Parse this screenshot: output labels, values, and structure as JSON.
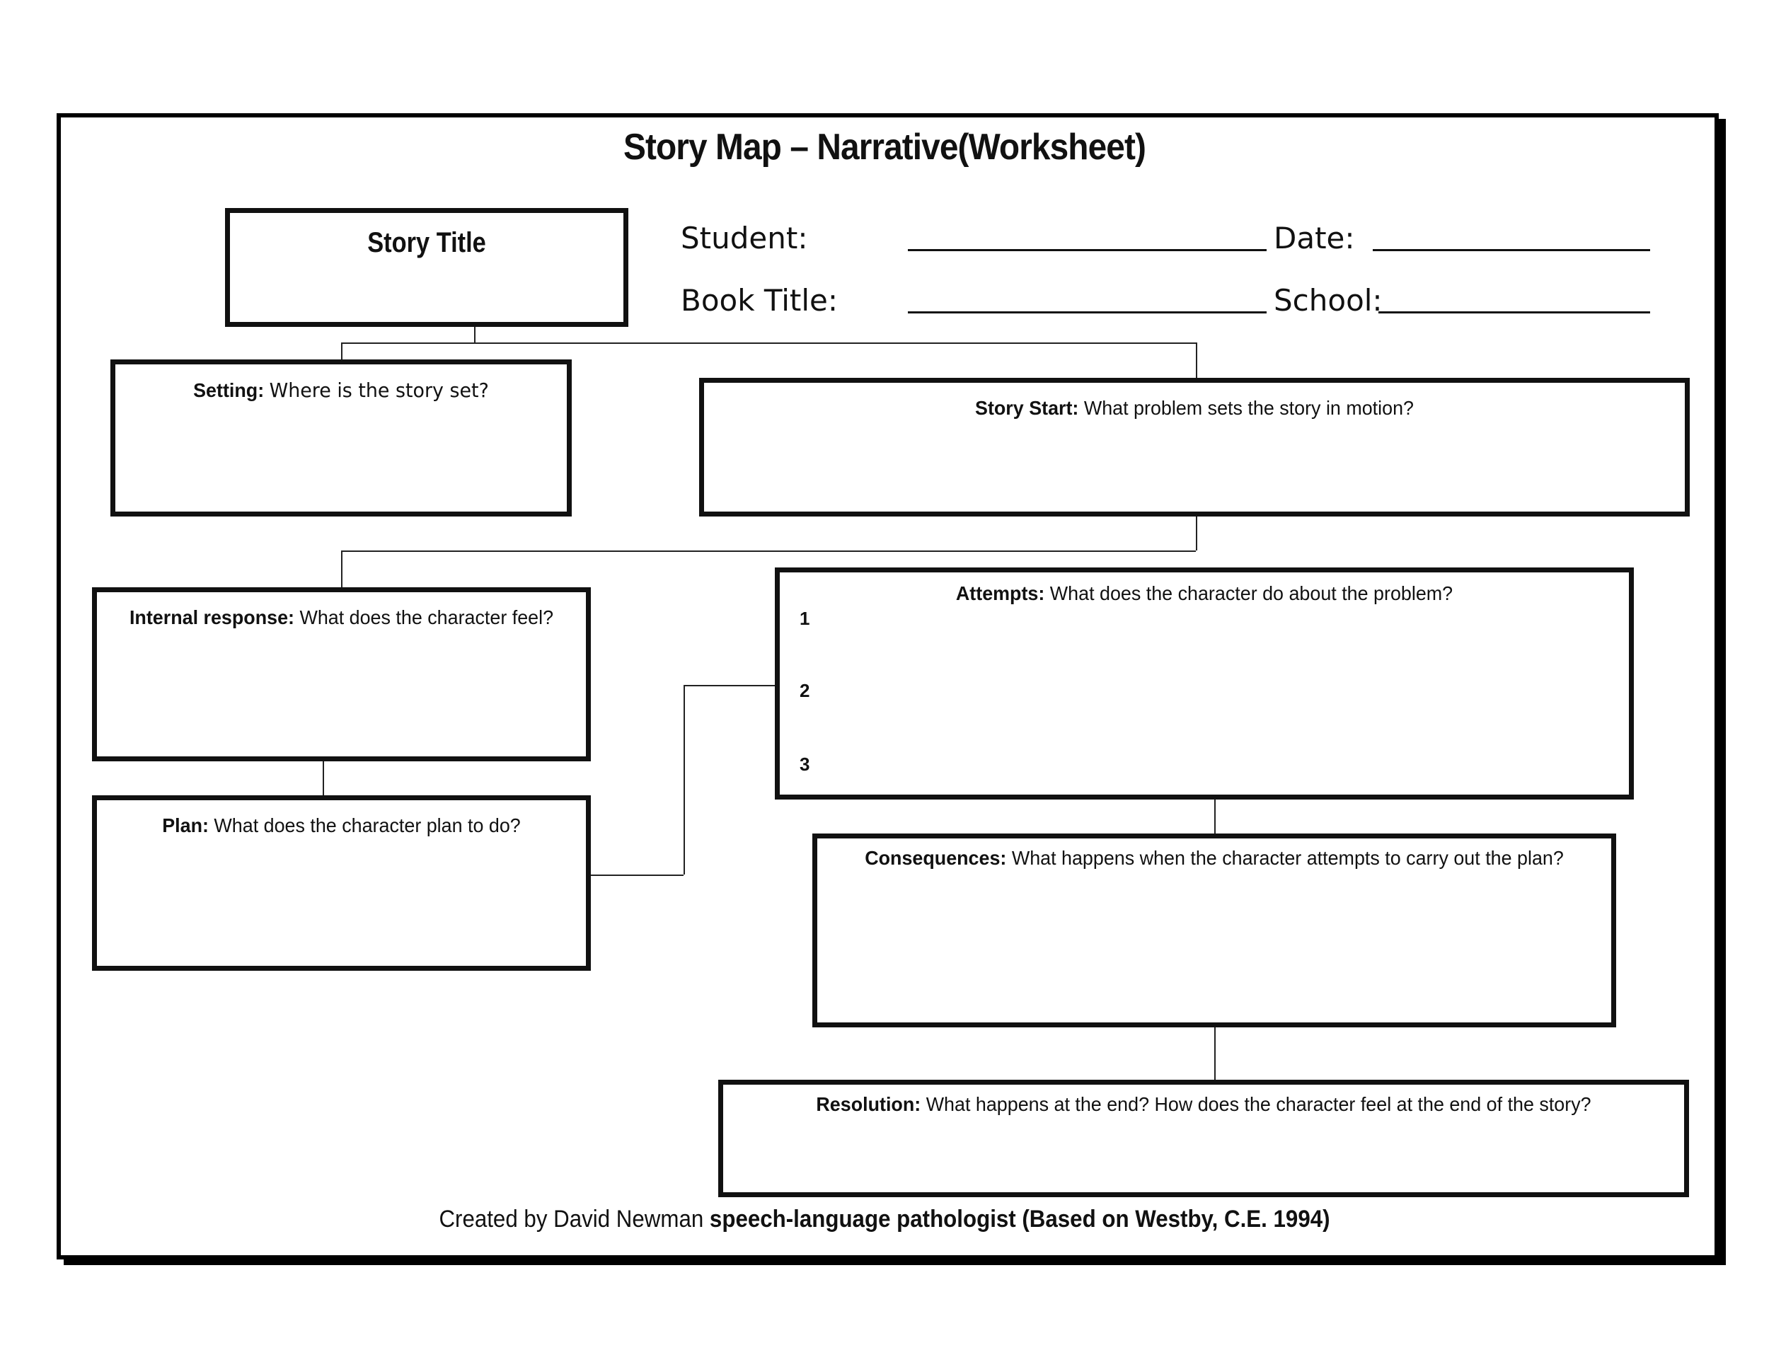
{
  "title": "Story Map – Narrative(Worksheet)",
  "story_title_box": {
    "label": "Story Title"
  },
  "fields": {
    "student": "Student:",
    "book_title": "Book Title:",
    "date": "Date:",
    "school": "School:"
  },
  "boxes": {
    "setting": {
      "heading": "Setting:",
      "prompt": "Where is the story set?"
    },
    "story_start": {
      "heading": "Story Start:",
      "prompt": "What problem sets the story in motion?"
    },
    "internal_response": {
      "heading": "Internal response:",
      "prompt": "What does the character feel?"
    },
    "attempts": {
      "heading": "Attempts:",
      "prompt": "What does the character do about the problem?",
      "numbers": [
        "1",
        "2",
        "3"
      ]
    },
    "plan": {
      "heading": "Plan:",
      "prompt": "What does the character plan to do?"
    },
    "consequences": {
      "heading": "Consequences:",
      "prompt": "What happens when the character attempts to carry out the plan?"
    },
    "resolution": {
      "heading": "Resolution:",
      "prompt": "What happens at the end? How does the character feel at the end of the story?"
    }
  },
  "footer": {
    "prefix": "Created by David Newman",
    "bold": "speech-language pathologist (Based on Westby, C.E. 1994)"
  }
}
